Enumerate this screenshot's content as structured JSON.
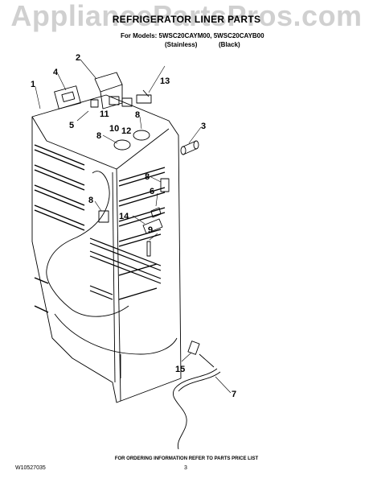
{
  "watermark": "AppliancePartsPros.com",
  "header": {
    "title": "REFRIGERATOR LINER PARTS",
    "models": "For Models: 5WSC20CAYM00, 5WSC20CAYB00",
    "variant_left": "(Stainless)",
    "variant_right": "(Black)"
  },
  "callouts": [
    "1",
    "2",
    "3",
    "4",
    "5",
    "6",
    "7",
    "8",
    "8",
    "8",
    "8",
    "9",
    "10",
    "11",
    "12",
    "13",
    "14",
    "15"
  ],
  "footer": {
    "note": "FOR ORDERING INFORMATION REFER TO PARTS PRICE LIST",
    "doc_code": "W10527035",
    "page_number": "3"
  },
  "colors": {
    "line": "#000000",
    "background": "#ffffff",
    "watermark": "#aaaaaa"
  }
}
